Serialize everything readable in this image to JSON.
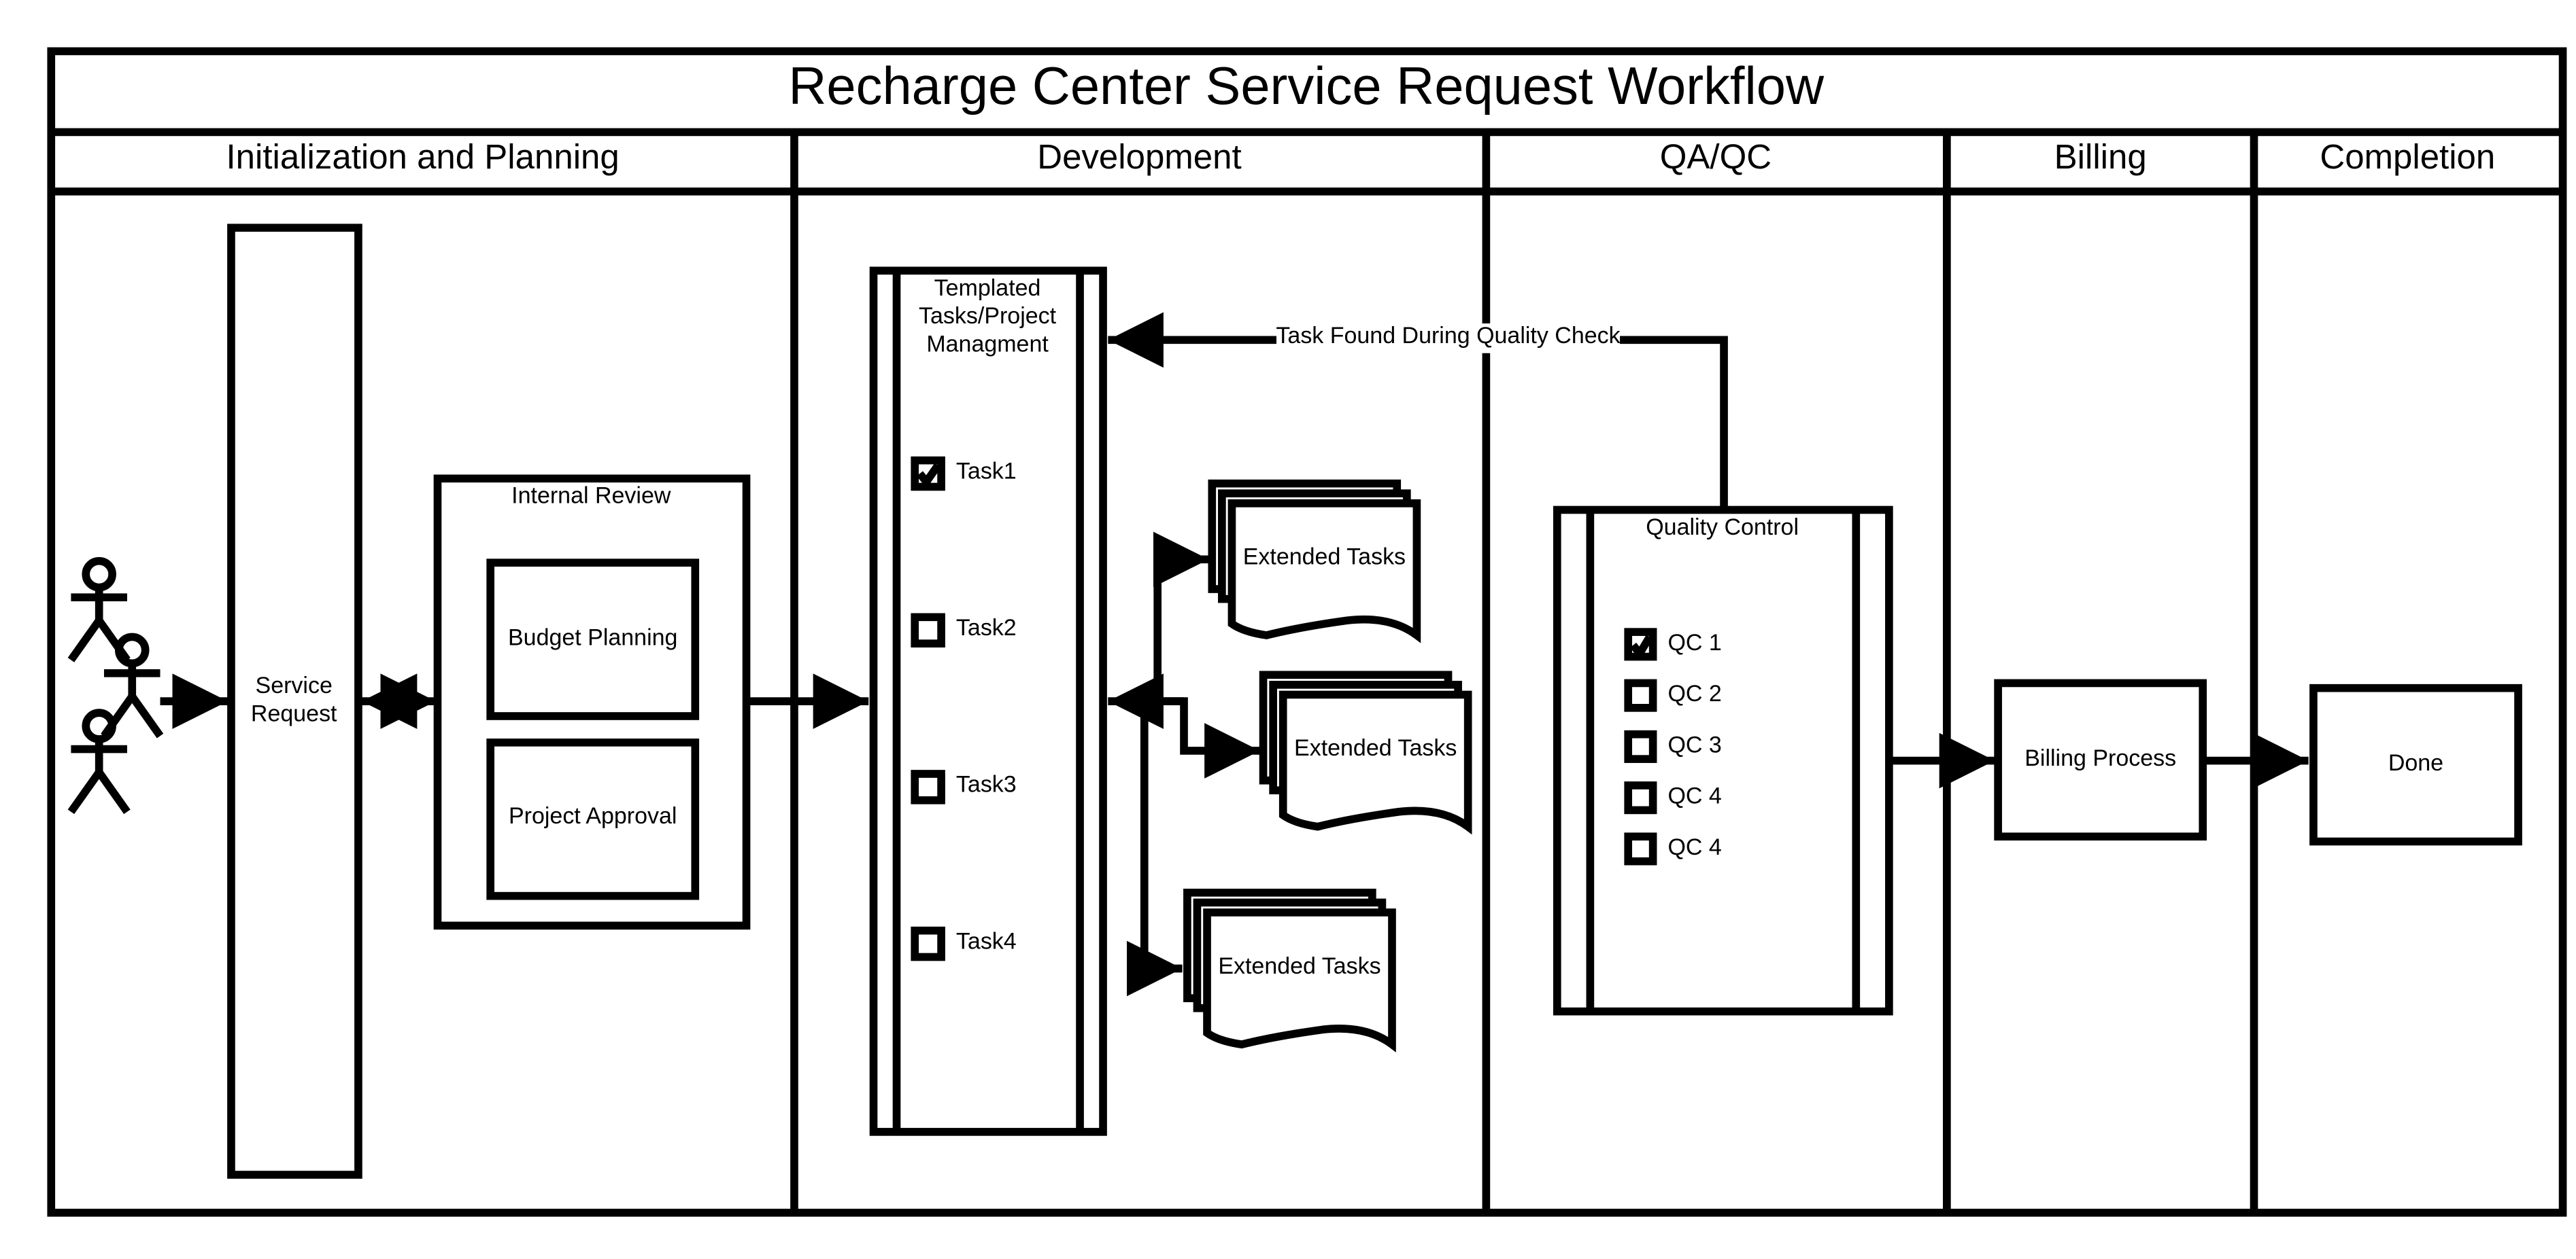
{
  "diagram": {
    "title": "Recharge Center Service Request Workflow",
    "lanes": {
      "initialization": "Initialization and Planning",
      "development": "Development",
      "qaqc": "QA/QC",
      "billing": "Billing",
      "completion": "Completion"
    },
    "service_request": {
      "line1": "Service",
      "line2": "Request"
    },
    "internal_review": {
      "title": "Internal Review",
      "budget_planning": "Budget Planning",
      "project_approval": "Project Approval"
    },
    "templated": {
      "line1": "Templated",
      "line2": "Tasks/Project",
      "line3": "Managment",
      "tasks": [
        {
          "label": "Task1",
          "checked": true
        },
        {
          "label": "Task2",
          "checked": false
        },
        {
          "label": "Task3",
          "checked": false
        },
        {
          "label": "Task4",
          "checked": false
        }
      ]
    },
    "extended_tasks": [
      "Extended Tasks",
      "Extended Tasks",
      "Extended Tasks"
    ],
    "feedback_label": "Task Found During Quality Check",
    "quality_control": {
      "title": "Quality Control",
      "items": [
        {
          "label": "QC 1",
          "checked": true
        },
        {
          "label": "QC 2",
          "checked": false
        },
        {
          "label": "QC 3",
          "checked": false
        },
        {
          "label": "QC 4",
          "checked": false
        },
        {
          "label": "QC 4",
          "checked": false
        }
      ]
    },
    "billing_process": "Billing Process",
    "done": "Done"
  }
}
